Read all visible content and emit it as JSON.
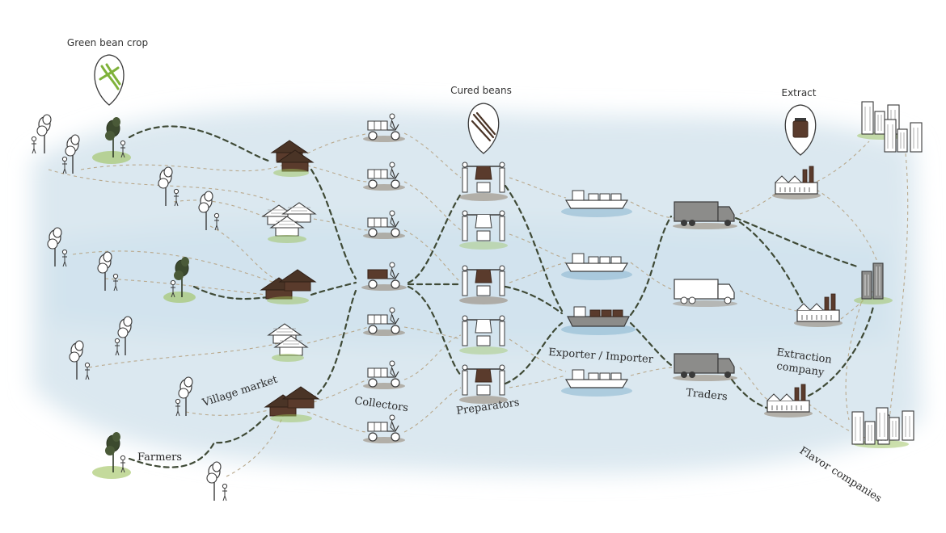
{
  "labels": {
    "green_bean_crop": "Green bean crop",
    "cured_beans": "Cured beans",
    "extract": "Extract",
    "village_market": "Village market",
    "farmers": "Farmers",
    "collectors": "Collectors",
    "preparators": "Preparators",
    "exporter_importer": "Exporter / Importer",
    "traders": "Traders",
    "extraction_company_line1": "Extraction",
    "extraction_company_line2": "company",
    "flavor_companies": "Flavor companies"
  },
  "colors": {
    "water": "#d7e6ef",
    "grass": "#9cc25a",
    "soil": "#8a7560",
    "main_path": "#3f4a36",
    "minor_path": "#b9a98d",
    "hut": "#5a3b2c",
    "truck": "#8c8c8a"
  }
}
